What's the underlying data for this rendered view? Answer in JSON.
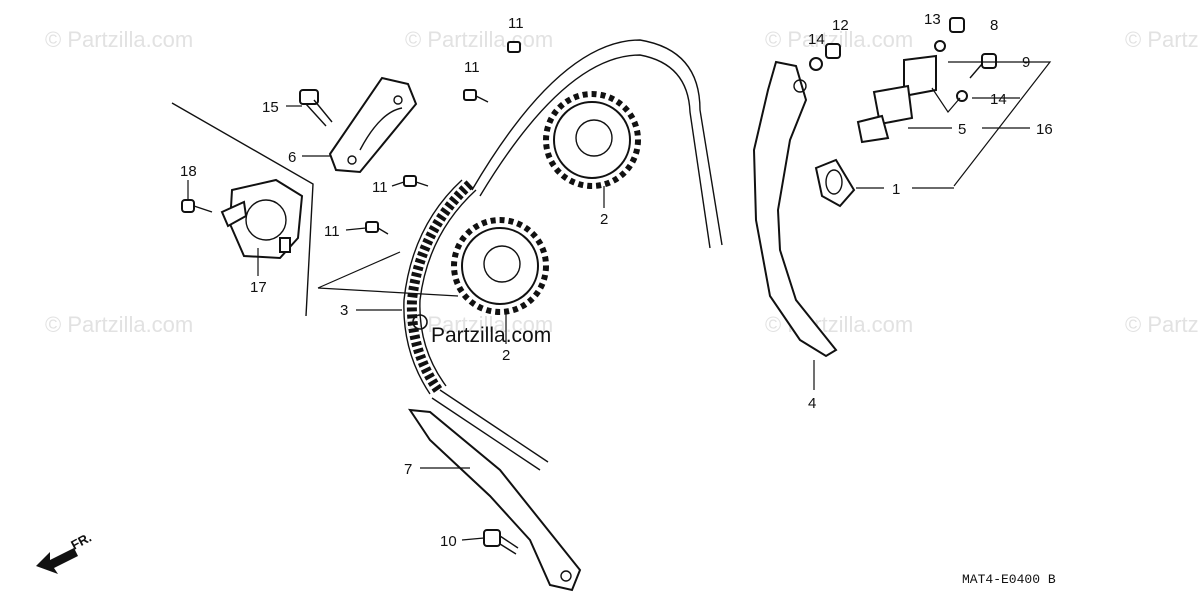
{
  "watermarks": [
    "© Partzilla.com",
    "© Partzilla.com",
    "© Partzilla.com",
    "© Partzilla.com",
    "© Partzilla.com",
    "© Partzilla.com",
    "© Partzilla.com",
    "© Partzilla.com"
  ],
  "center_brand": "Partzilla.com",
  "callouts": [
    "11",
    "11",
    "15",
    "6",
    "11",
    "11",
    "18",
    "17",
    "3",
    "2",
    "2",
    "7",
    "10",
    "14",
    "12",
    "13",
    "8",
    "9",
    "14",
    "5",
    "16",
    "1",
    "4"
  ],
  "direction_label": "FR.",
  "diagram_code": "MAT4-E0400 B"
}
